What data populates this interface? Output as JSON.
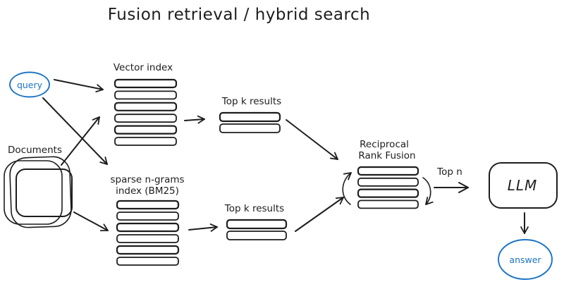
{
  "title": "Fusion retrieval / hybrid search",
  "colors": {
    "ink": "#1d1d1d",
    "accent_blue": "#1b74c5"
  },
  "nodes": {
    "query": {
      "label": "query"
    },
    "documents": {
      "label": "Documents"
    },
    "vector_index": {
      "label": "Vector index",
      "items": 6
    },
    "top_k_vector": {
      "label": "Top k results",
      "items": 2
    },
    "sparse_index": {
      "label_line1": "sparse n-grams",
      "label_line2": "index (BM25)",
      "items": 6
    },
    "top_k_sparse": {
      "label": "Top k results",
      "items": 2
    },
    "rank_fusion": {
      "label_line1": "Reciprocal",
      "label_line2": "Rank Fusion",
      "items": 4
    },
    "top_n": {
      "label": "Top n"
    },
    "llm": {
      "label": "LLM"
    },
    "answer": {
      "label": "answer"
    }
  }
}
